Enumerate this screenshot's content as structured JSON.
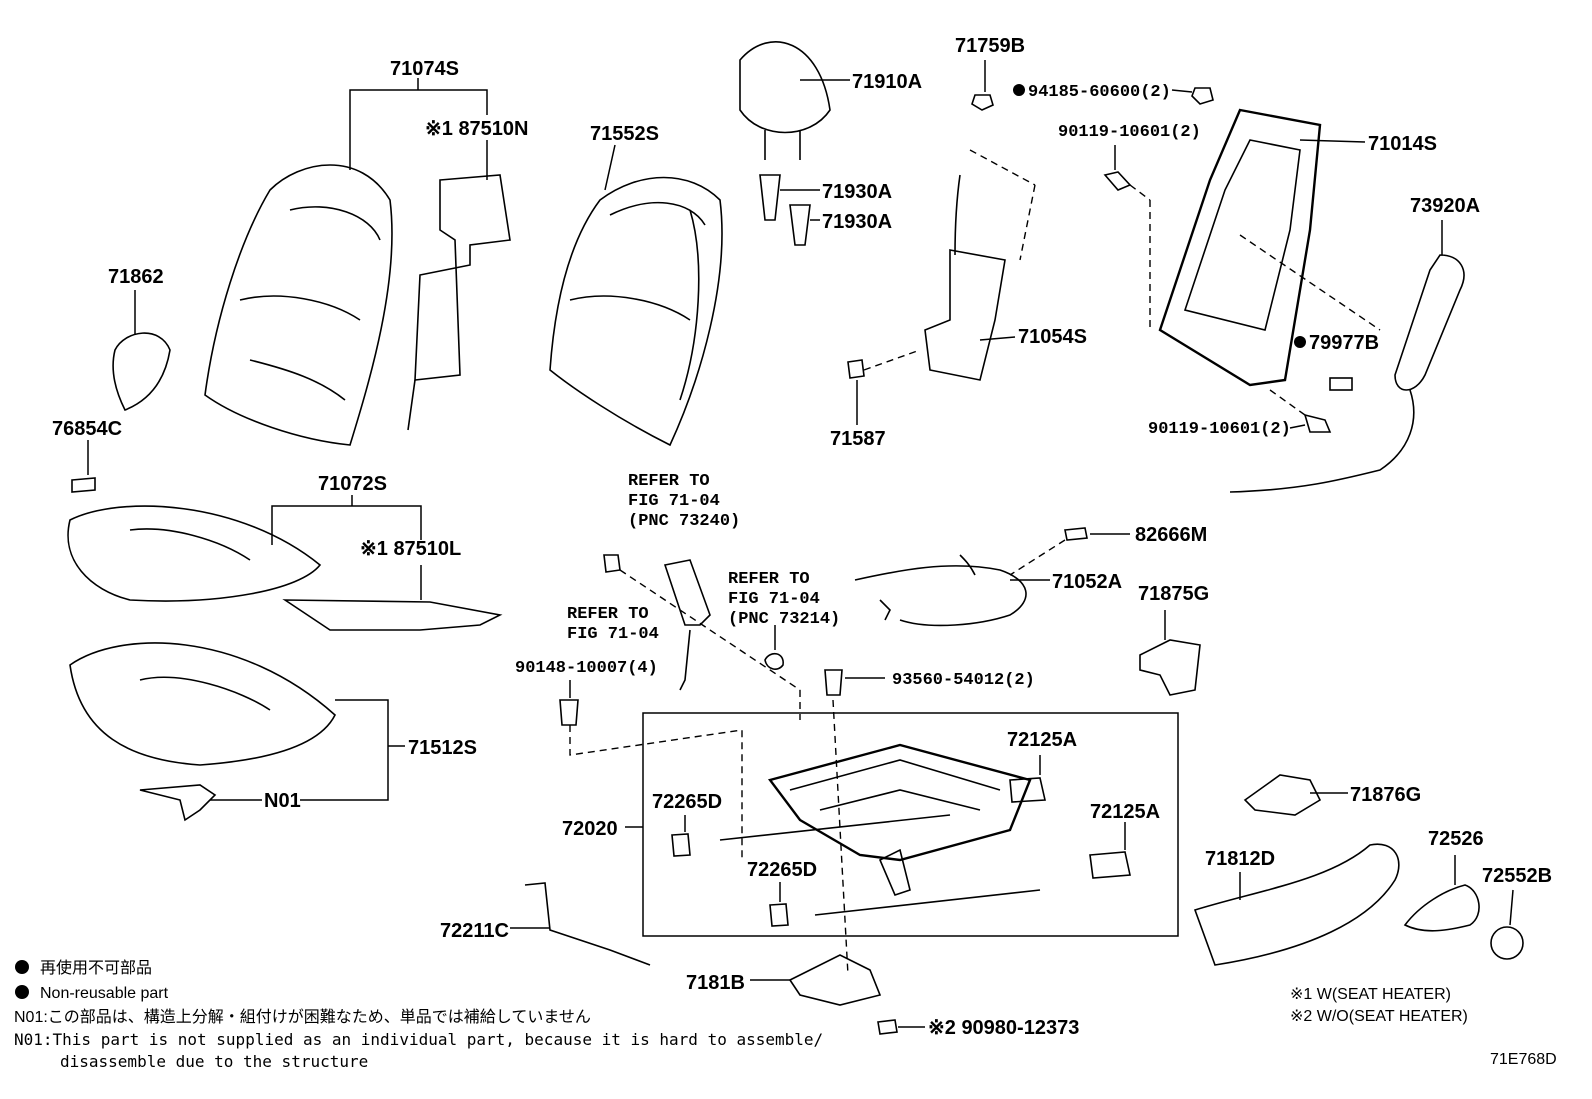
{
  "diagram_code": "71E768D",
  "parts": {
    "p71074S": "71074S",
    "p87510N": "※1 87510N",
    "p71862": "71862",
    "p76854C": "76854C",
    "p71552S": "71552S",
    "p71910A": "71910A",
    "p71930A_1": "71930A",
    "p71930A_2": "71930A",
    "p71759B": "71759B",
    "p71054S": "71054S",
    "p71587": "71587",
    "p94185": "94185-60600(2)",
    "p90119_top": "90119-10601(2)",
    "p71014S": "71014S",
    "p73920A": "73920A",
    "p79977B": "79977B",
    "p90119_bot": "90119-10601(2)",
    "p71072S": "71072S",
    "p87510L": "※1 87510L",
    "p71512S": "71512S",
    "pN01": "N01",
    "p90148": "90148-10007(4)",
    "p93560": "93560-54012(2)",
    "p82666M": "82666M",
    "p71052A": "71052A",
    "p71875G": "71875G",
    "p72125A_1": "72125A",
    "p72125A_2": "72125A",
    "p72265D_1": "72265D",
    "p72265D_2": "72265D",
    "p72020": "72020",
    "p71876G": "71876G",
    "p71812D": "71812D",
    "p72526": "72526",
    "p72552B": "72552B",
    "p72211C": "72211C",
    "p7181B": "7181B",
    "p90980": "※2 90980-12373"
  },
  "refer_a": [
    "REFER TO",
    "FIG 71-04",
    "(PNC 73240)"
  ],
  "refer_b": [
    "REFER TO",
    "FIG 71-04",
    "(PNC 73214)"
  ],
  "refer_c": [
    "REFER TO",
    "FIG 71-04"
  ],
  "legend": {
    "jp_nonreusable": "再使用不可部品",
    "en_nonreusable": "Non-reusable part",
    "n01_jp": "N01:この部品は、構造上分解・組付けが困難なため、単品では補給していません",
    "n01_en_1": "N01:This part is not supplied as an individual part,  because it is hard to assemble/",
    "n01_en_2": "disassemble due to the structure"
  },
  "footnotes": {
    "note1": "※1 W(SEAT HEATER)",
    "note2": "※2 W/O(SEAT HEATER)"
  }
}
